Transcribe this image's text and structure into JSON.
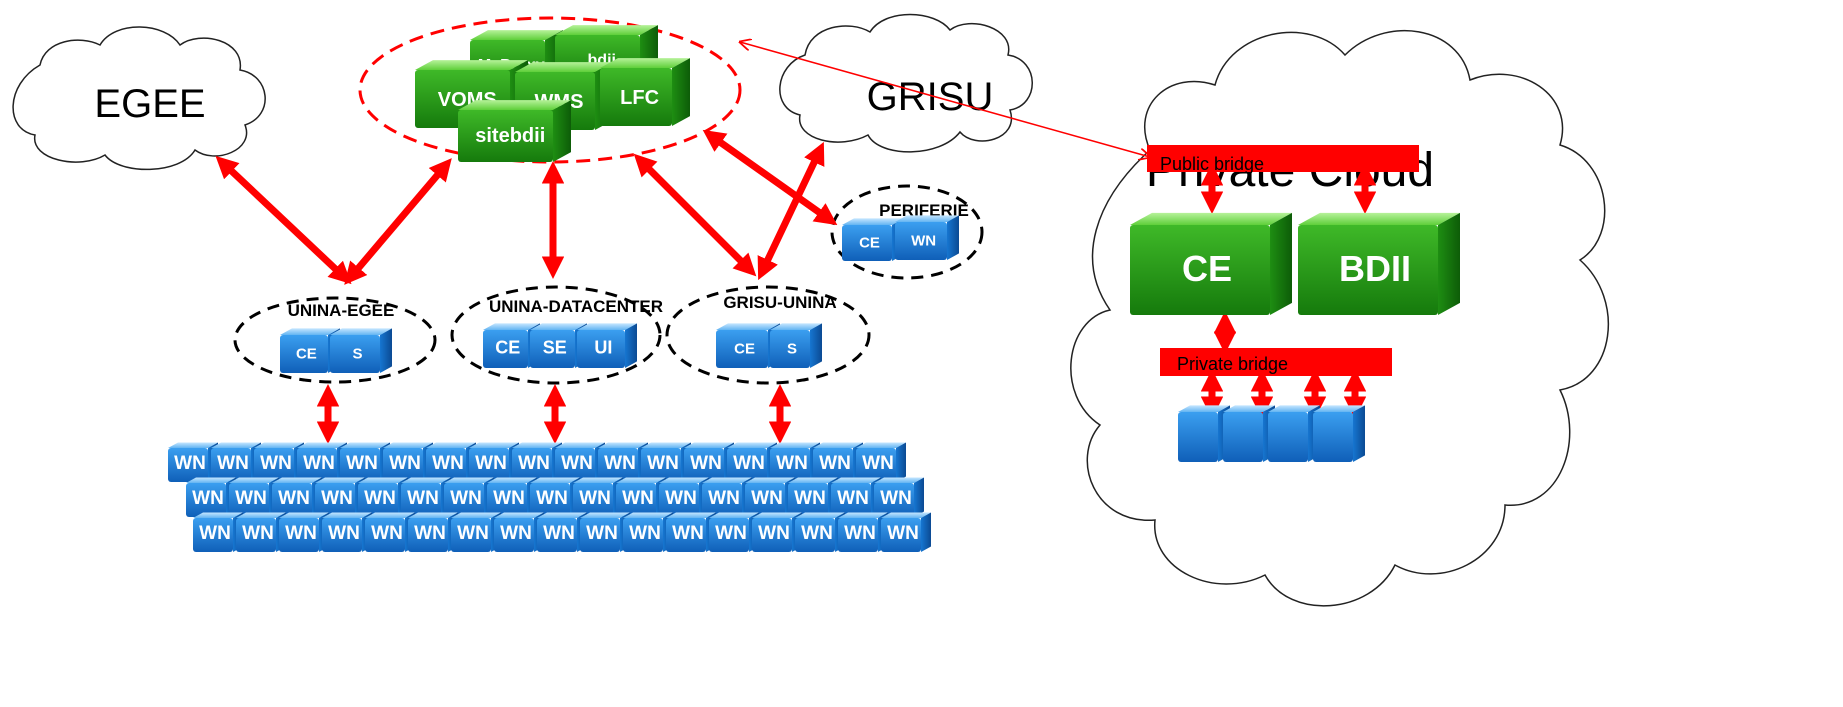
{
  "clouds": {
    "egee": "EGEE",
    "grisu": "GRISU",
    "private_cloud": "Private Cloud"
  },
  "central_services": [
    "MyProxy",
    "bdii",
    "VOMS",
    "WMS",
    "LFC",
    "sitebdii"
  ],
  "sites": {
    "unina_egee": {
      "label": "UNINA-EGEE",
      "nodes": [
        "CE",
        "S"
      ]
    },
    "unina_datacenter": {
      "label": "UNINA-DATACENTER",
      "nodes": [
        "CE",
        "SE",
        "UI"
      ]
    },
    "grisu_unina": {
      "label": "GRISU-UNINA",
      "nodes": [
        "CE",
        "S"
      ]
    },
    "periferie": {
      "label": "PERIFERIE",
      "nodes": [
        "CE",
        "WN"
      ]
    }
  },
  "worker_node_label": "WN",
  "private_cloud": {
    "public_bridge": "Public bridge",
    "private_bridge": "Private bridge",
    "nodes": [
      "CE",
      "BDII"
    ]
  },
  "colors": {
    "arrow": "#ff0000",
    "green_cube": "#2faa1c",
    "blue_cube": "#1e88e5",
    "bridge": "#ff0000"
  }
}
